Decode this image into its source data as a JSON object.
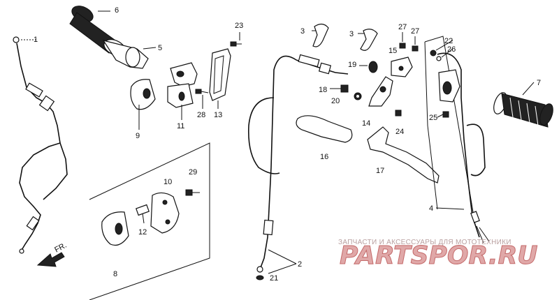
{
  "callouts": {
    "c1": "1",
    "c2": "2",
    "c3a": "3",
    "c3b": "3",
    "c4": "4",
    "c5": "5",
    "c6": "6",
    "c7": "7",
    "c8": "8",
    "c9": "9",
    "c10": "10",
    "c11": "11",
    "c12": "12",
    "c13": "13",
    "c14": "14",
    "c15": "15",
    "c16": "16",
    "c17": "17",
    "c18": "18",
    "c19": "19",
    "c20": "20",
    "c21": "21",
    "c22": "22",
    "c23": "23",
    "c24": "24",
    "c25": "25",
    "c26": "26",
    "c27a": "27",
    "c27b": "27",
    "c28": "28",
    "c29": "29"
  },
  "direction_marker": "FR.",
  "watermark": {
    "subtitle": "ЗАПЧАСТИ И АКСЕССУАРЫ ДЛЯ МОТОТЕХНИКИ",
    "brand": "PARTSPOR.RU"
  }
}
